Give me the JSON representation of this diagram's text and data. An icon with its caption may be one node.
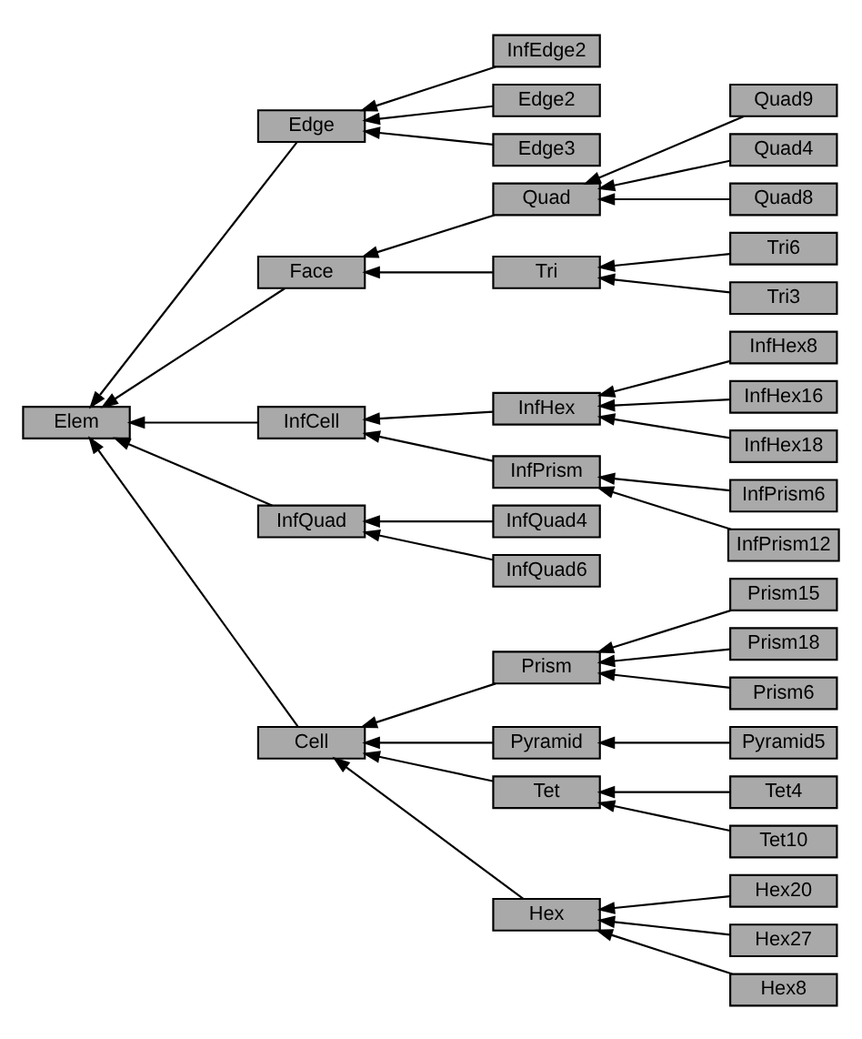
{
  "diagram": {
    "nodes": [
      {
        "text": [
          "Elem"
        ]
      },
      {
        "text": [
          "Edge"
        ]
      },
      {
        "text": [
          "Face"
        ]
      },
      {
        "text": [
          "InfCell"
        ]
      },
      {
        "text": [
          "InfQuad"
        ]
      },
      {
        "text": [
          "Cell"
        ]
      },
      {
        "text": [
          "Quad"
        ]
      },
      {
        "text": [
          "Tri"
        ]
      },
      {
        "text": [
          "InfHex"
        ]
      },
      {
        "text": [
          "InfPrism"
        ]
      },
      {
        "text": [
          "Prism"
        ]
      },
      {
        "text": [
          "Pyramid"
        ]
      },
      {
        "text": [
          "Tet"
        ]
      },
      {
        "text": [
          "Hex"
        ]
      },
      {
        "text": [
          "InfEdge2"
        ]
      },
      {
        "text": [
          "Edge2"
        ]
      },
      {
        "text": [
          "Edge3"
        ]
      },
      {
        "text": [
          "Quad9"
        ]
      },
      {
        "text": [
          "Quad4"
        ]
      },
      {
        "text": [
          "Quad8"
        ]
      },
      {
        "text": [
          "Tri6"
        ]
      },
      {
        "text": [
          "Tri3"
        ]
      },
      {
        "text": [
          "InfHex8"
        ]
      },
      {
        "text": [
          "InfHex16"
        ]
      },
      {
        "text": [
          "InfHex18"
        ]
      },
      {
        "text": [
          "InfPrism6"
        ]
      },
      {
        "text": [
          "InfPrism12"
        ]
      },
      {
        "text": [
          "InfQuad4"
        ]
      },
      {
        "text": [
          "InfQuad6"
        ]
      },
      {
        "text": [
          "Prism15"
        ]
      },
      {
        "text": [
          "Prism18"
        ]
      },
      {
        "text": [
          "Prism6"
        ]
      },
      {
        "text": [
          "Pyramid5"
        ]
      },
      {
        "text": [
          "Tet4"
        ]
      },
      {
        "text": [
          "Tet10"
        ]
      },
      {
        "text": [
          "Hex20"
        ]
      },
      {
        "text": [
          "Hex27"
        ]
      },
      {
        "text": [
          "Hex8"
        ]
      }
    ],
    "edges": [
      {
        "from": 1,
        "to": 0,
        "arrow": "to"
      },
      {
        "from": 2,
        "to": 0,
        "arrow": "to"
      },
      {
        "from": 3,
        "to": 0,
        "arrow": "to"
      },
      {
        "from": 4,
        "to": 0,
        "arrow": "to"
      },
      {
        "from": 5,
        "to": 0,
        "arrow": "to"
      },
      {
        "from": 14,
        "to": 1,
        "arrow": "to"
      },
      {
        "from": 15,
        "to": 1,
        "arrow": "to"
      },
      {
        "from": 16,
        "to": 1,
        "arrow": "to"
      },
      {
        "from": 6,
        "to": 2,
        "arrow": "to"
      },
      {
        "from": 7,
        "to": 2,
        "arrow": "to"
      },
      {
        "from": 17,
        "to": 6,
        "arrow": "to"
      },
      {
        "from": 18,
        "to": 6,
        "arrow": "to"
      },
      {
        "from": 19,
        "to": 6,
        "arrow": "to"
      },
      {
        "from": 20,
        "to": 7,
        "arrow": "to"
      },
      {
        "from": 21,
        "to": 7,
        "arrow": "to"
      },
      {
        "from": 8,
        "to": 3,
        "arrow": "to"
      },
      {
        "from": 9,
        "to": 3,
        "arrow": "to"
      },
      {
        "from": 22,
        "to": 8,
        "arrow": "to"
      },
      {
        "from": 23,
        "to": 8,
        "arrow": "to"
      },
      {
        "from": 24,
        "to": 8,
        "arrow": "to"
      },
      {
        "from": 25,
        "to": 9,
        "arrow": "to"
      },
      {
        "from": 26,
        "to": 9,
        "arrow": "to"
      },
      {
        "from": 27,
        "to": 4,
        "arrow": "to"
      },
      {
        "from": 28,
        "to": 4,
        "arrow": "to"
      },
      {
        "from": 10,
        "to": 5,
        "arrow": "to"
      },
      {
        "from": 11,
        "to": 5,
        "arrow": "to"
      },
      {
        "from": 12,
        "to": 5,
        "arrow": "to"
      },
      {
        "from": 13,
        "to": 5,
        "arrow": "to"
      },
      {
        "from": 29,
        "to": 10,
        "arrow": "to"
      },
      {
        "from": 30,
        "to": 10,
        "arrow": "to"
      },
      {
        "from": 31,
        "to": 10,
        "arrow": "to"
      },
      {
        "from": 32,
        "to": 11,
        "arrow": "to"
      },
      {
        "from": 33,
        "to": 12,
        "arrow": "to"
      },
      {
        "from": 34,
        "to": 12,
        "arrow": "to"
      },
      {
        "from": 35,
        "to": 13,
        "arrow": "to"
      },
      {
        "from": 36,
        "to": 13,
        "arrow": "to"
      },
      {
        "from": 37,
        "to": 13,
        "arrow": "to"
      }
    ]
  }
}
